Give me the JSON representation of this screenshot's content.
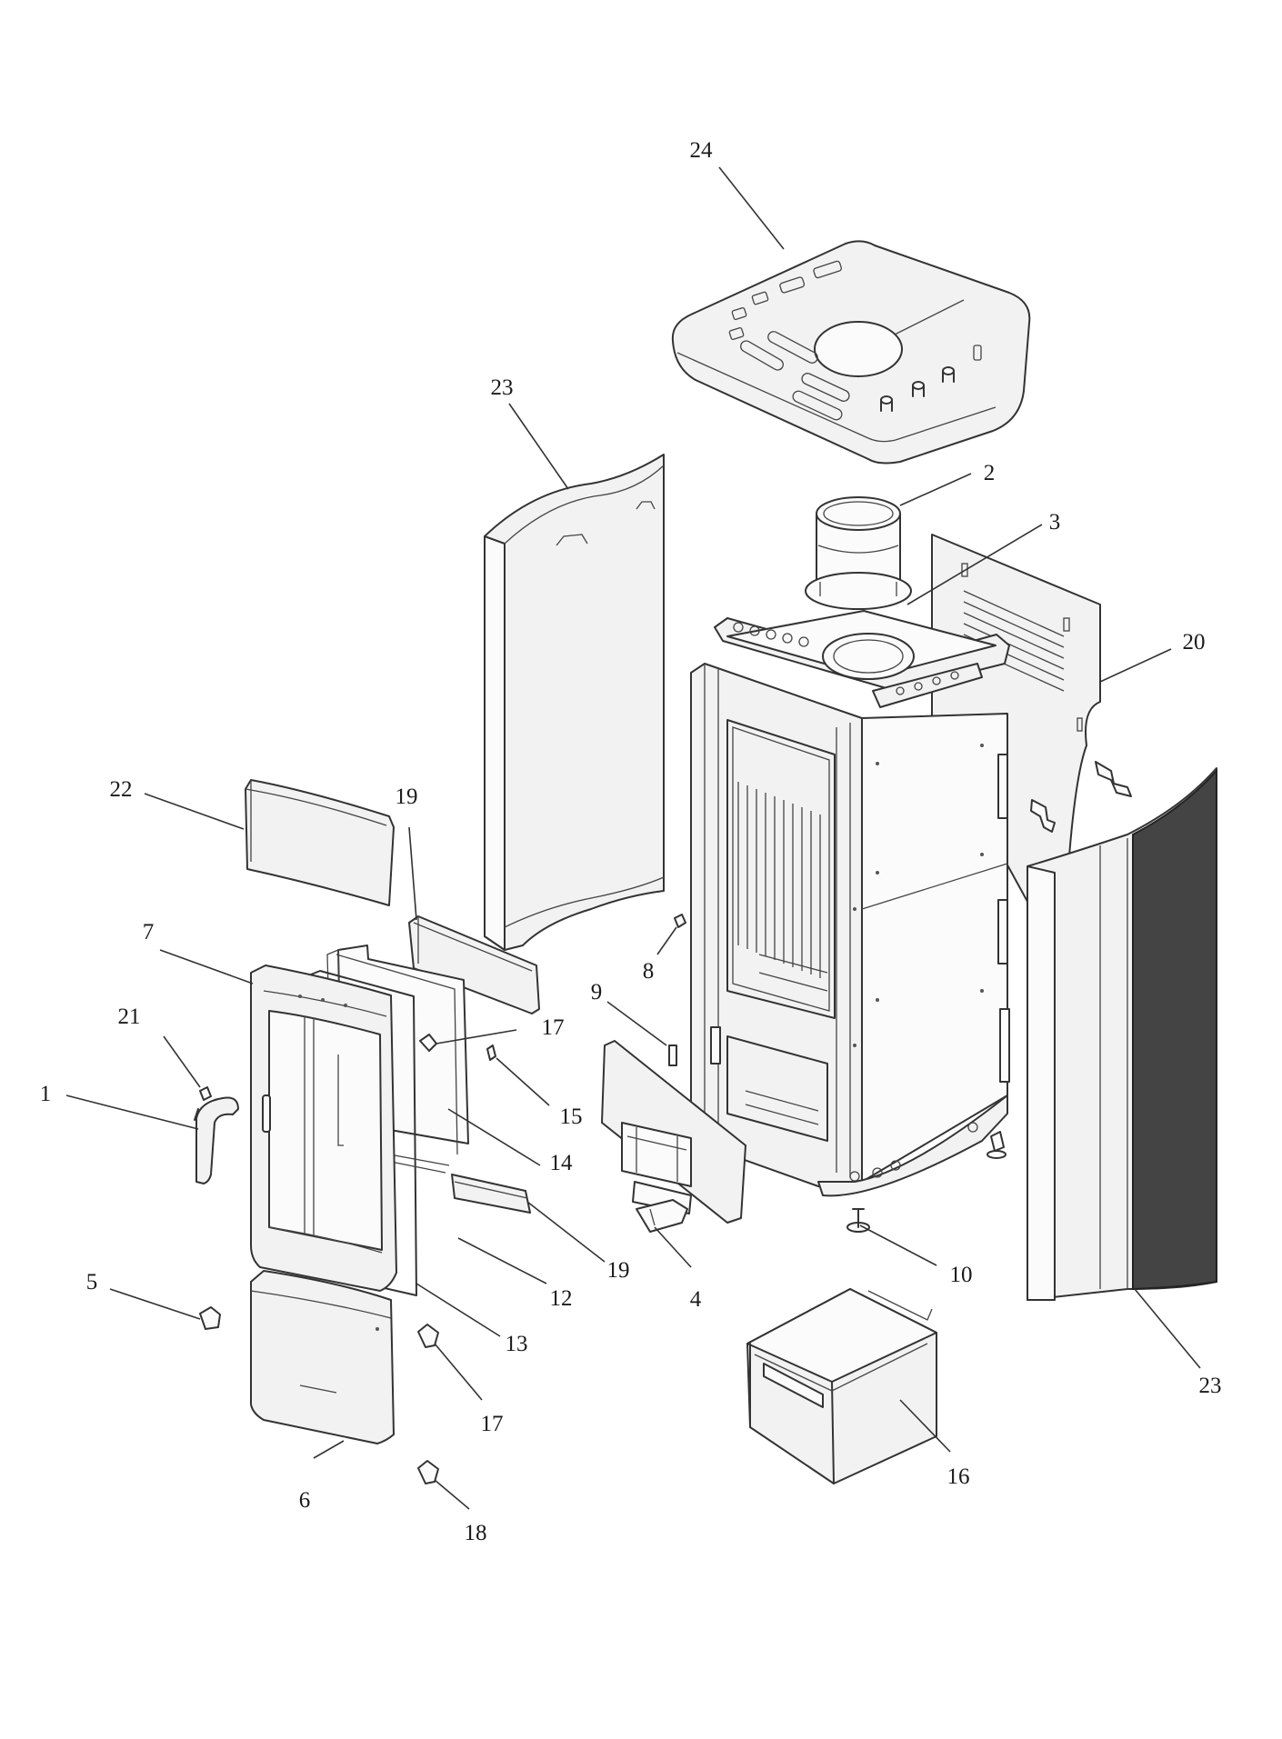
{
  "diagram": {
    "type": "exploded parts diagram",
    "labels": [
      {
        "id": "lbl-24",
        "text": "24"
      },
      {
        "id": "lbl-23-top",
        "text": "23"
      },
      {
        "id": "lbl-2",
        "text": "2"
      },
      {
        "id": "lbl-3",
        "text": "3"
      },
      {
        "id": "lbl-20",
        "text": "20"
      },
      {
        "id": "lbl-22",
        "text": "22"
      },
      {
        "id": "lbl-19-top",
        "text": "19"
      },
      {
        "id": "lbl-7",
        "text": "7"
      },
      {
        "id": "lbl-8",
        "text": "8"
      },
      {
        "id": "lbl-9",
        "text": "9"
      },
      {
        "id": "lbl-17-mid",
        "text": "17"
      },
      {
        "id": "lbl-21",
        "text": "21"
      },
      {
        "id": "lbl-1",
        "text": "1"
      },
      {
        "id": "lbl-15",
        "text": "15"
      },
      {
        "id": "lbl-14",
        "text": "14"
      },
      {
        "id": "lbl-19-bottom",
        "text": "19"
      },
      {
        "id": "lbl-10",
        "text": "10"
      },
      {
        "id": "lbl-12",
        "text": "12"
      },
      {
        "id": "lbl-4",
        "text": "4"
      },
      {
        "id": "lbl-5",
        "text": "5"
      },
      {
        "id": "lbl-13",
        "text": "13"
      },
      {
        "id": "lbl-23-right",
        "text": "23"
      },
      {
        "id": "lbl-17-bottom",
        "text": "17"
      },
      {
        "id": "lbl-16",
        "text": "16"
      },
      {
        "id": "lbl-6",
        "text": "6"
      },
      {
        "id": "lbl-18",
        "text": "18"
      }
    ]
  }
}
